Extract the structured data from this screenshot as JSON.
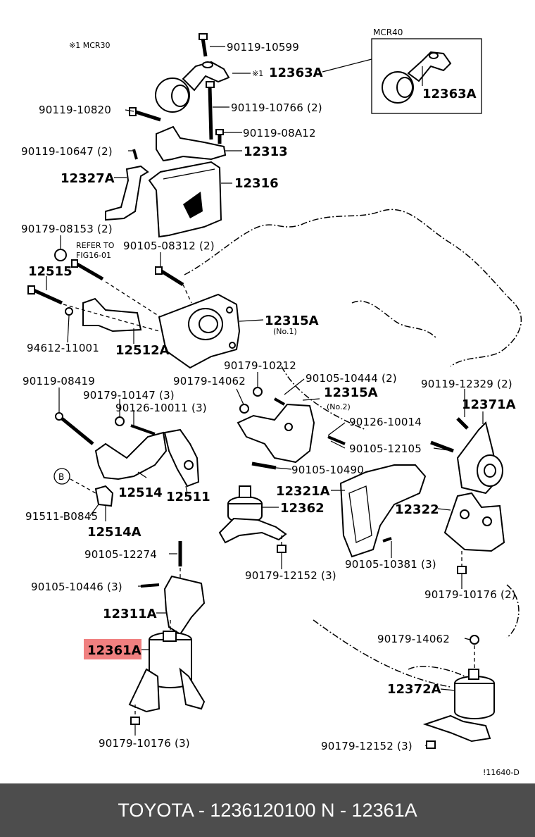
{
  "diagram": {
    "note_mcr30": "※1  MCR30",
    "inset_title": "MCR40",
    "refer_line1": "REFER TO",
    "refer_line2": "FIG16-01",
    "drawing_code": "!11640-D",
    "b_marker": "B",
    "labels": {
      "p90119_10599": "90119-10599",
      "p12363A_mark": "※1",
      "p12363A": "12363A",
      "p12363A_inset": "12363A",
      "p90119_10820": "90119-10820",
      "p90119_10766": "90119-10766 (2)",
      "p90119_08A12": "90119-08A12",
      "p90119_10647": "90119-10647 (2)",
      "p12313": "12313",
      "p12327A": "12327A",
      "p12316": "12316",
      "p90179_08153": "90179-08153 (2)",
      "p90105_08312": "90105-08312 (2)",
      "p12515": "12515",
      "p12315A_no1": "12315A",
      "p12315A_no1_sub": "(No.1)",
      "p94612_11001": "94612-11001",
      "p12512A": "12512A",
      "p90179_10212": "90179-10212",
      "p90119_08419": "90119-08419",
      "p90179_14062_a": "90179-14062",
      "p90105_10444": "90105-10444 (2)",
      "p90179_10147": "90179-10147 (3)",
      "p12315A_no2": "12315A",
      "p12315A_no2_sub": "(No.2)",
      "p90119_12329": "90119-12329 (2)",
      "p90126_10011": "90126-10011 (3)",
      "p12371A": "12371A",
      "p90126_10014": "90126-10014",
      "p90105_12105": "90105-12105",
      "p90105_10490": "90105-10490",
      "p12514": "12514",
      "p12511": "12511",
      "p12321A": "12321A",
      "p12322": "12322",
      "p91511_B0845": "91511-B0845",
      "p12362": "12362",
      "p12514A": "12514A",
      "p90105_12274": "90105-12274",
      "p90105_10381": "90105-10381 (3)",
      "p90179_12152_a": "90179-12152 (3)",
      "p90105_10446": "90105-10446 (3)",
      "p90179_10176_a": "90179-10176 (2)",
      "p12311A": "12311A",
      "p90179_14062_b": "90179-14062",
      "p12361A": "12361A",
      "p12372A": "12372A",
      "p90179_10176_b": "90179-10176 (3)",
      "p90179_12152_b": "90179-12152 (3)"
    },
    "highlight_color": "#f08080"
  },
  "footer": {
    "text": "TOYOTA - 1236120100     N - 12361A",
    "background": "#4d4d4d"
  }
}
